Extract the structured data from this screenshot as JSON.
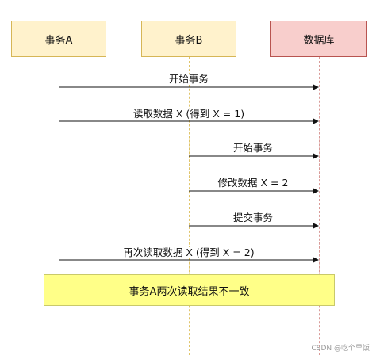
{
  "participants": {
    "a": "事务A",
    "b": "事务B",
    "db": "数据库"
  },
  "messages": [
    {
      "from": "a",
      "to": "db",
      "label": "开始事务"
    },
    {
      "from": "a",
      "to": "db",
      "label": "读取数据 X (得到 X = 1)"
    },
    {
      "from": "b",
      "to": "db",
      "label": "开始事务"
    },
    {
      "from": "b",
      "to": "db",
      "label": "修改数据 X = 2"
    },
    {
      "from": "b",
      "to": "db",
      "label": "提交事务"
    },
    {
      "from": "a",
      "to": "db",
      "label": "再次读取数据 X (得到 X = 2)"
    }
  ],
  "note": "事务A两次读取结果不一致",
  "watermark": "CSDN @吃个早饭"
}
